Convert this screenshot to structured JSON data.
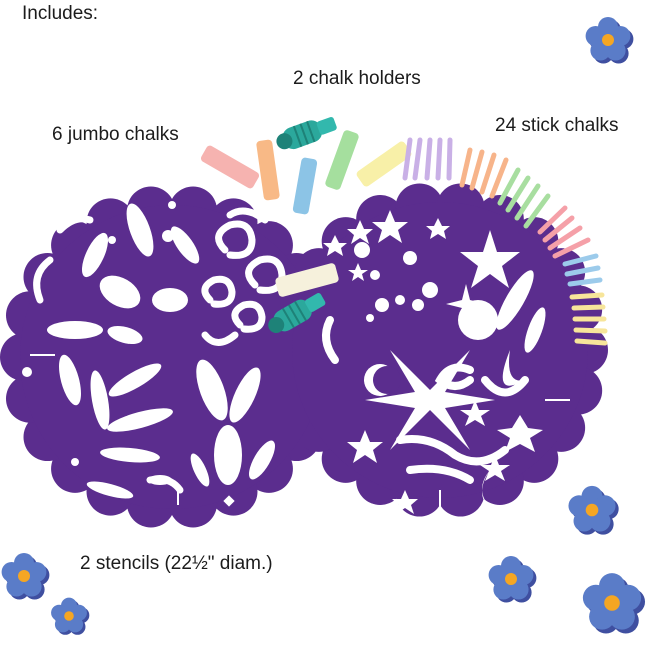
{
  "labels": {
    "includes": "Includes:",
    "chalk_holders": "2 chalk holders",
    "jumbo_chalks": "6 jumbo chalks",
    "stick_chalks": "24 stick chalks",
    "stencils": "2 stencils (22½\" diam.)"
  },
  "colors": {
    "stencil": "#5b2d8e",
    "flower": "#5a7cc8",
    "flower_shadow": "#3f4fa0",
    "flower_center": "#f5a623",
    "holder": "#2ba89c"
  },
  "icons": [
    "flower-icon",
    "chalk-holder-icon",
    "chalk-stick-icon",
    "stencil-icon"
  ]
}
